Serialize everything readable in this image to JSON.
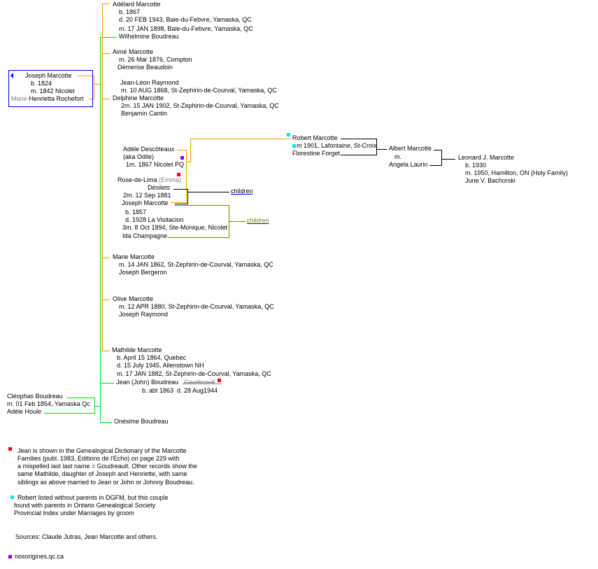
{
  "colors": {
    "main": "#ff9900",
    "spouse": "#00e000",
    "box": "#0000ff",
    "link": "#0000ff",
    "olive": "#808000",
    "note_red": "#ff0000",
    "note_cyan": "#00e5ee",
    "note_purple": "#8000ff"
  },
  "root": {
    "name": "Joseph Marcotte",
    "born": "b. 1824",
    "married": "m. 1842 Nicolet",
    "spouse_prefix": "Marie-",
    "spouse": "Henrietta Rochefort"
  },
  "children": {
    "adelard": {
      "name": "Adélard Marcotte",
      "born": "b. 1867",
      "died": "d. 20 FEB 1943, Baie-du-Febvre, Yamaska, QC",
      "married": "m. 17 JAN 1898, Baie-du-Febvre, Yamaska, QC",
      "spouse": "Wilhelmine Boudreau"
    },
    "aime": {
      "name": "Aimé Marcotte",
      "married": "m. 26 Mar 1876, Compton",
      "spouse": "Démerise Beaudoin"
    },
    "delphine": {
      "spouse1": "Jean-Léon Raymond",
      "married1": "m. 10 AUG 1868, St-Zephirin-de-Courval, Yamaska, QC",
      "name": "Delphine Marcotte",
      "married2": "2m. 15 JAN 1902, St-Zephirin-de-Courval, Yamaska, QC",
      "spouse2": "Benjamin Cantin"
    },
    "joseph": {
      "spouse1": "Adèle Descôteaux",
      "spouse1_aka": "(aka Odile)",
      "married1": "1m. 1867 Nicolet PQ",
      "spouse2_first": "Rose-de-Lima",
      "spouse2_alt": "(Emma)",
      "spouse2_last": "Désilets",
      "married2": "2m. 12 Sep 1881",
      "name": "Joseph Marcotte",
      "born": "b. 1857",
      "died": "d. 1928 La Visitacion",
      "married3": "3m. 8 Oct 1894, Ste-Monique, Nicolet",
      "spouse3": "Ida Champagne",
      "children_link_1": "children",
      "children_link_2": "children"
    },
    "marie": {
      "name": "Marie Marcotte",
      "married": "m. 14 JAN 1862, St-Zephirin-de-Courval, Yamaska, QC",
      "spouse": "Joseph Bergeron"
    },
    "olive": {
      "name": "Olive Marcotte",
      "married": "m. 12 APR 1880, St-Zephirin-de-Courval, Yamaska, QC",
      "spouse": "Joseph Raymond"
    },
    "mathilde": {
      "name": "Mathilde Marcotte",
      "born": "b. April 15 1864, Quebec",
      "died": "d. 15 July 1945, Allenstown NH",
      "married": "m. 17 JAN 1882, St-Zephirin-de-Courval, Yamaska, QC",
      "spouse": "Jean (John) Boudreau",
      "spouse_misspelled": "Goudreault",
      "spouse_born": "b. abt 1863",
      "spouse_died": "d. 28 Aug1944"
    }
  },
  "descendants": {
    "robert": {
      "name": "Robert Marcotte",
      "married": "m 1901, Lafontaine, St-Croix",
      "spouse": "Florestine Forget"
    },
    "albert": {
      "name": "Albert Marcotte",
      "married": "m.",
      "spouse": "Angela Laurin"
    },
    "leonard": {
      "name": "Leonard  J. Marcotte",
      "born": "b. 1930",
      "married": "m. 1950, Hamilton, ON (Holy Family)",
      "spouse": "June V. Bachorski"
    }
  },
  "boudreau": {
    "father": "Cléophas Boudreau",
    "married": "m.  01 Feb 1854, Yamaska Qc",
    "mother": "Adèle Houle",
    "other_child": "Onésime Boudreau"
  },
  "notes": {
    "red": [
      "Jean is shown in the Genealogical Dictionary of the Marcotte",
      "Families (publ. 1983,  Editions de l'Echo) on page 229 with",
      "a mispelled last last name = Goudreault.  Other records show the",
      "same Mathilde, daughter of Joseph and Henriette, with same",
      "siblings as above married to Jean or John or Johnny Boudreau."
    ],
    "cyan": [
      "Robert listed without parents in DGFM, but this couple",
      "found with parents in Ontario Genealogical Society",
      "Provincial Index under Marriages by groom"
    ],
    "sources": "Sources:  Claude Jutras, Jean Marcotte and others.",
    "purple": "nosorigines.qc.ca"
  }
}
